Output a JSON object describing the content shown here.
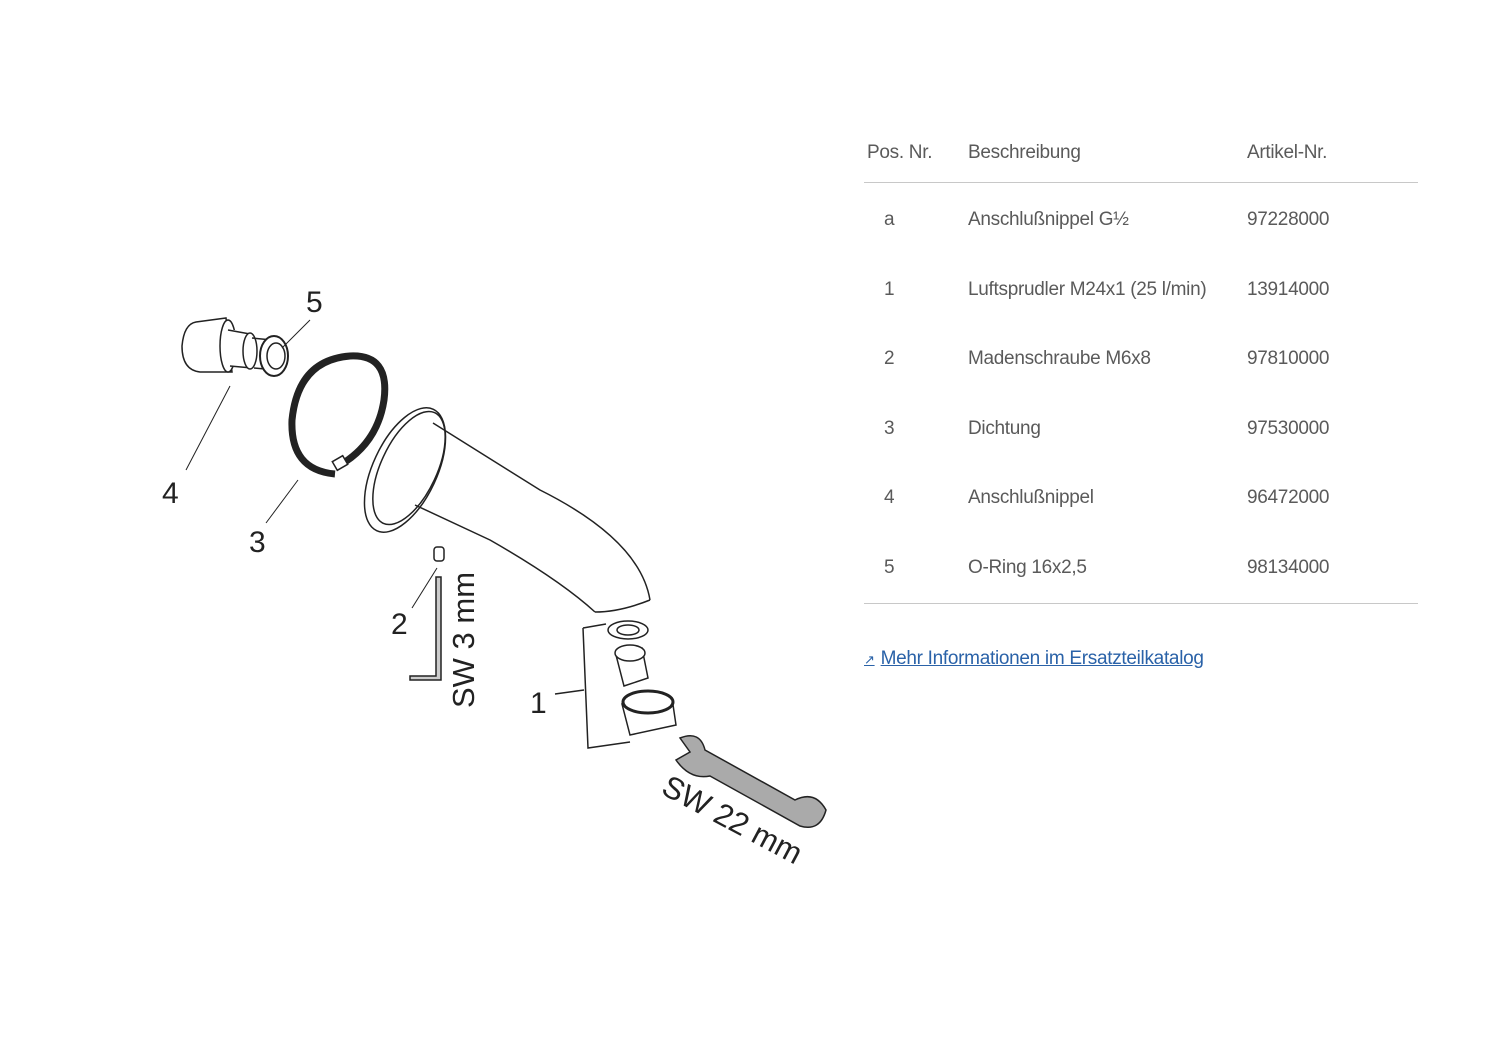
{
  "diagram": {
    "callouts": [
      "5",
      "4",
      "3",
      "2",
      "1"
    ],
    "tools": {
      "hex_key": "SW 3 mm",
      "wrench": "SW 22 mm"
    }
  },
  "table": {
    "headers": {
      "pos": "Pos. Nr.",
      "desc": "Beschreibung",
      "article": "Artikel-Nr."
    },
    "rows": [
      {
        "pos": "a",
        "desc": "Anschlußnippel G½",
        "article": "97228000"
      },
      {
        "pos": "1",
        "desc": "Luftsprudler M24x1 (25 l/min)",
        "article": "13914000"
      },
      {
        "pos": "2",
        "desc": "Madenschraube M6x8",
        "article": "97810000"
      },
      {
        "pos": "3",
        "desc": "Dichtung",
        "article": "97530000"
      },
      {
        "pos": "4",
        "desc": "Anschlußnippel",
        "article": "96472000"
      },
      {
        "pos": "5",
        "desc": "O-Ring 16x2,5",
        "article": "98134000"
      }
    ]
  },
  "link": {
    "arrow": "↗",
    "label": "Mehr Informationen im Ersatzteilkatalog"
  },
  "colors": {
    "link": "#2a62a8",
    "rule": "#c8c8c8",
    "text": "#5a5a5a"
  }
}
